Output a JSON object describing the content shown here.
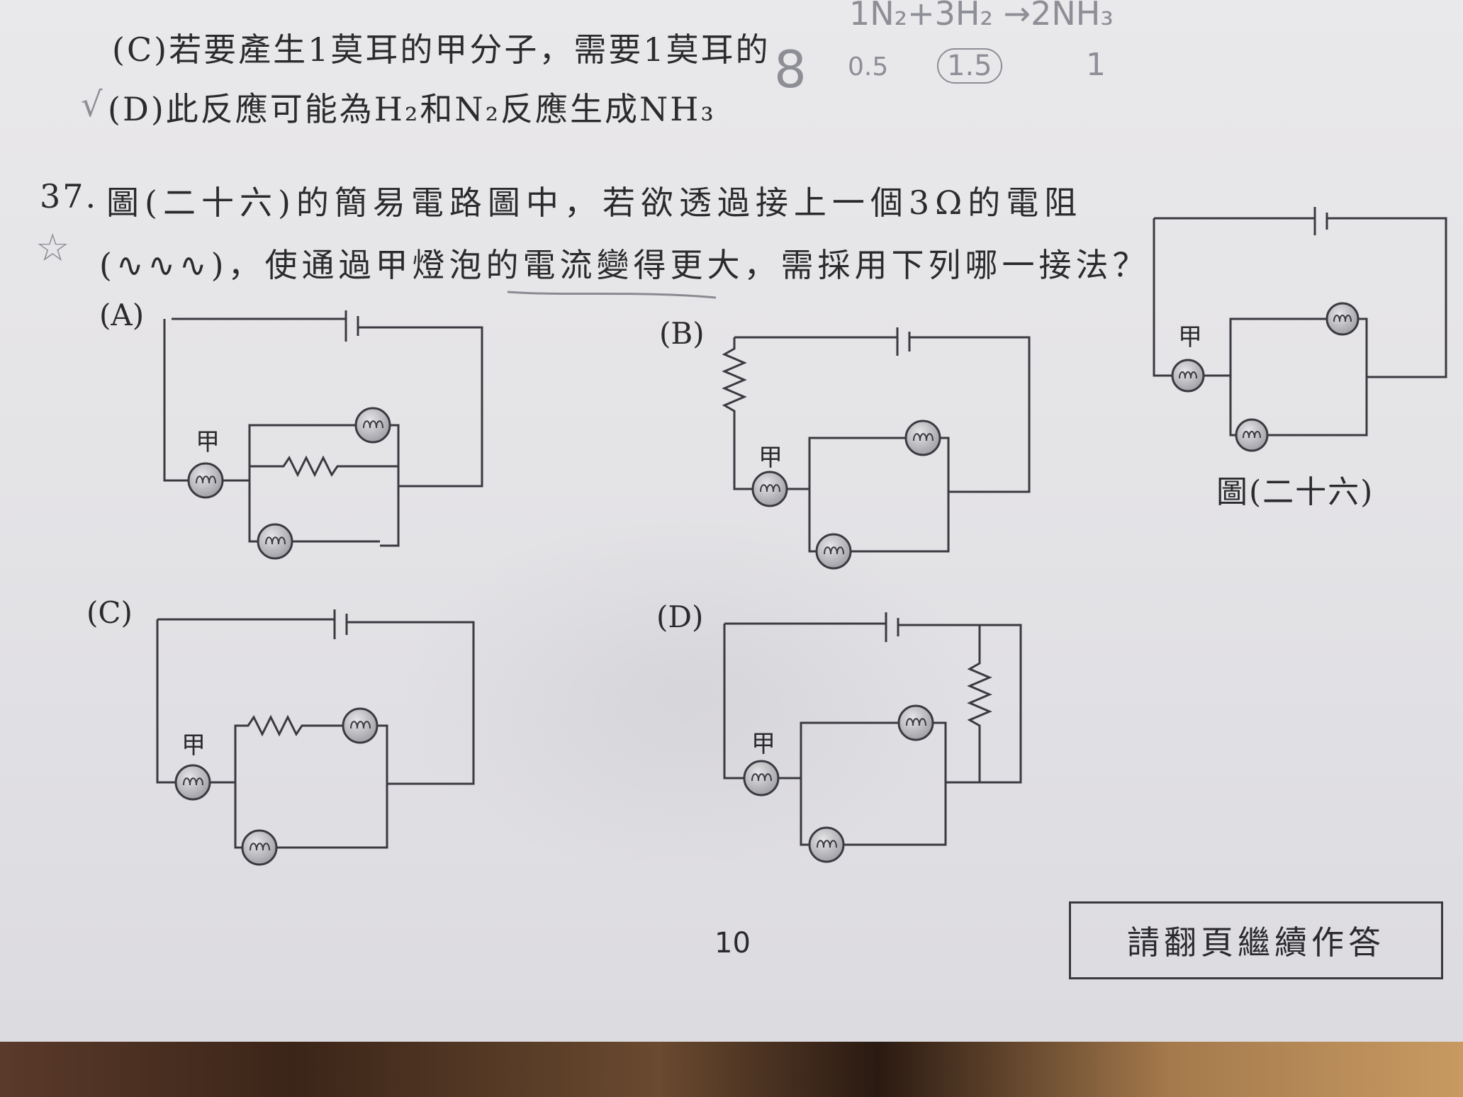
{
  "prev_question": {
    "option_c": "(C)若要產生1莫耳的甲分子，需要1莫耳的",
    "option_d_mark": "√",
    "option_d": "(D)此反應可能為H₂和N₂反應生成NH₃"
  },
  "handwriting": {
    "equation": "1N₂+3H₂ →2NH₃",
    "num_8": "8",
    "num_05": "0.5",
    "num_15": "1.5",
    "num_1": "1",
    "star": "☆"
  },
  "question": {
    "number": "37.",
    "line1": "圖(二十六)的簡易電路圖中，若欲透過接上一個3Ω的電阻",
    "line2": "(∿∿∿)，使通過甲燈泡的電流變得更大，需採用下列哪一接法？"
  },
  "options": {
    "a": "(A)",
    "b": "(B)",
    "c": "(C)",
    "d": "(D)"
  },
  "bulb_label": "甲",
  "figure_caption": "圖(二十六)",
  "page_number": "10",
  "footer_box": "請翻頁繼續作答"
}
